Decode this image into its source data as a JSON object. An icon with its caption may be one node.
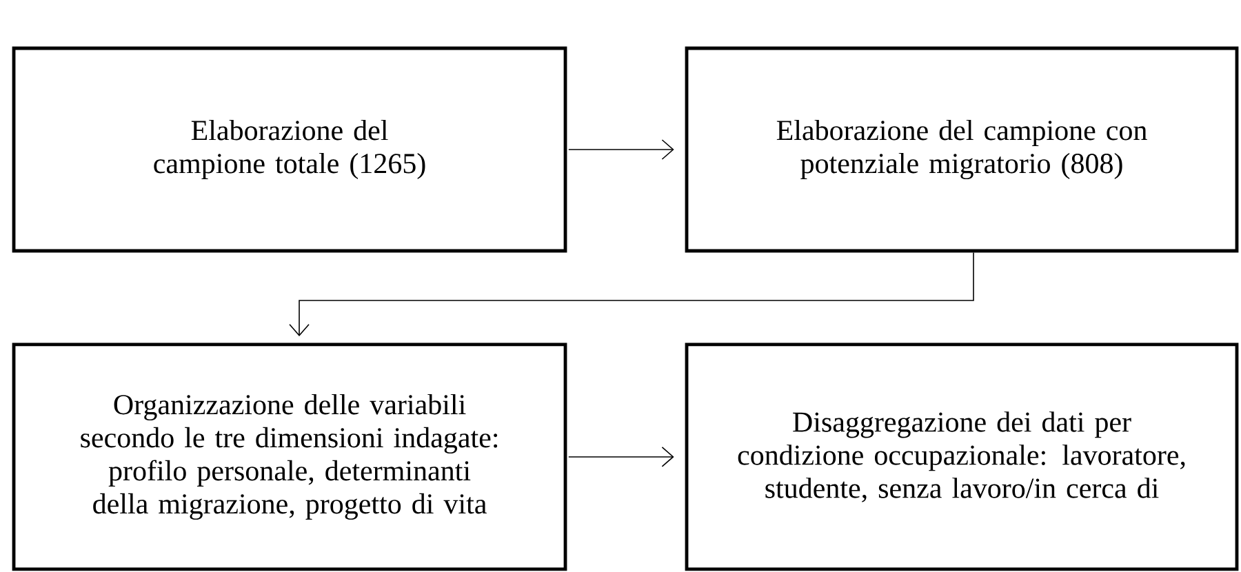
{
  "diagram": {
    "nodes": [
      {
        "text": [
          "Elaborazione del campione totale (1265)"
        ]
      },
      {
        "text": [
          "Elaborazione del campione con potenziale migratorio (808)"
        ]
      },
      {
        "text": [
          "Organizzazione delle variabili secondo le tre dimensioni indagate: profilo personale, determinanti della migrazione, progetto di vita"
        ]
      },
      {
        "text": [
          "Disaggregazione dei dati per condizione occupazionale: lavoratore, studente, senza lavoro/in cerca di"
        ]
      }
    ],
    "edges": [
      {
        "from": 0,
        "to": 1,
        "arrow": "to"
      },
      {
        "from": 1,
        "to": 2,
        "arrow": "to"
      },
      {
        "from": 2,
        "to": 3,
        "arrow": "to"
      }
    ]
  }
}
